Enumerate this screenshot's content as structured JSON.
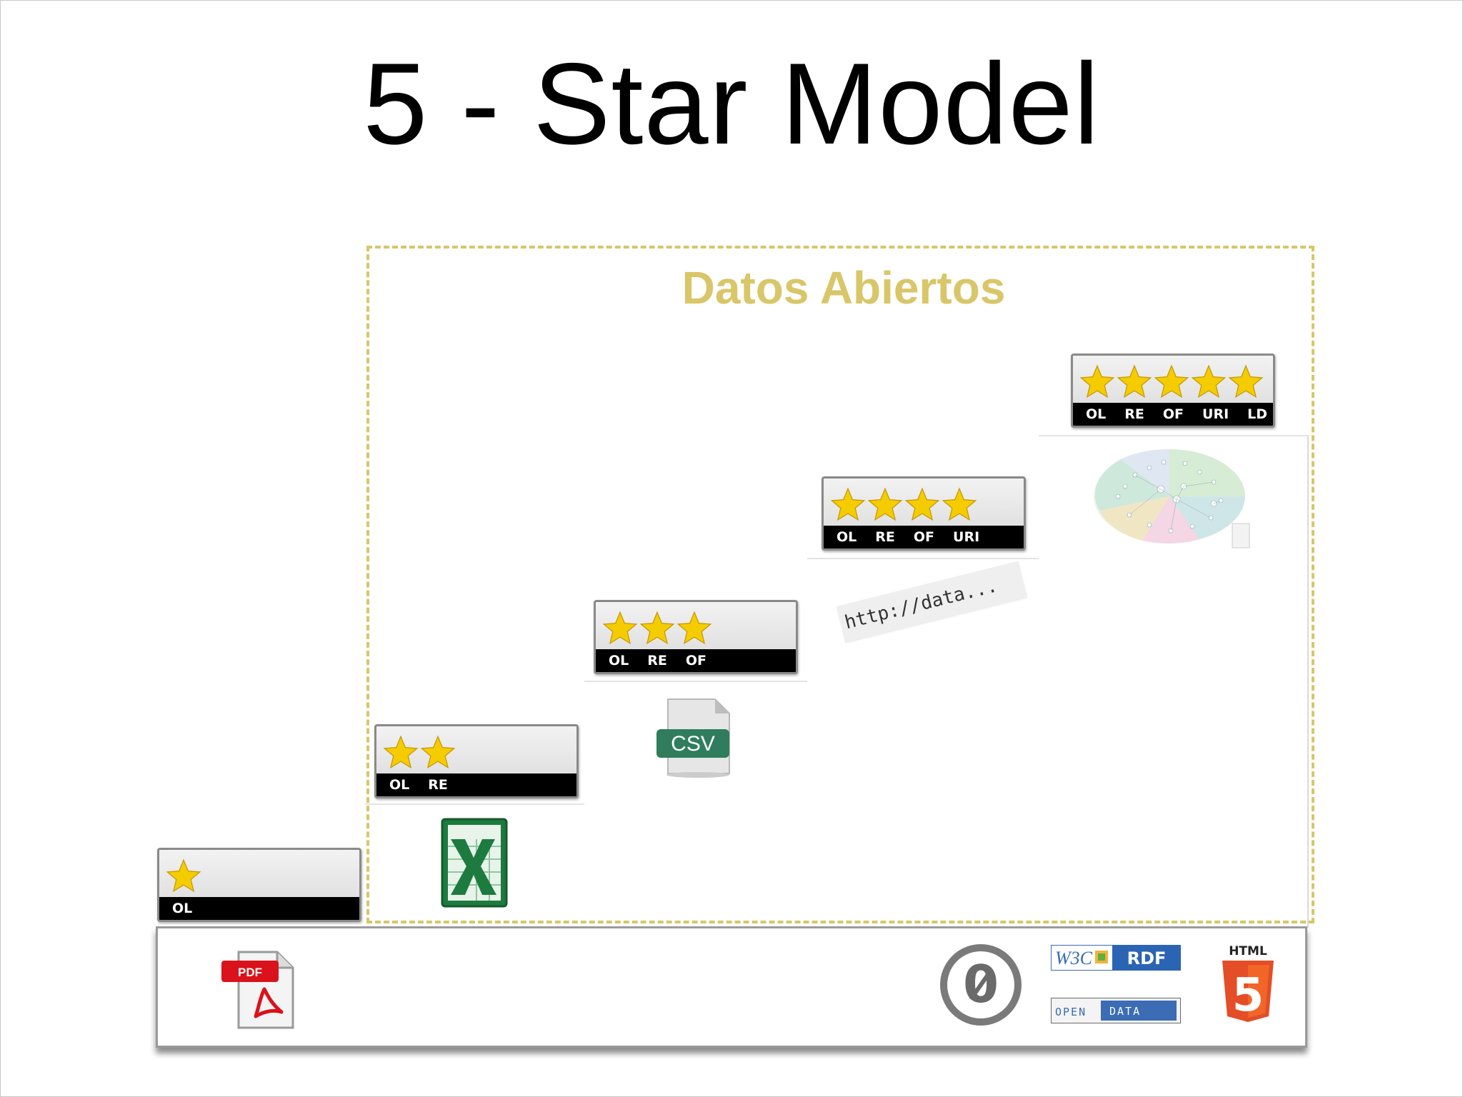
{
  "slide": {
    "title": "5 - Star Model",
    "open_data_label": "Datos Abiertos"
  },
  "badges": [
    {
      "stars": 1,
      "labels": [
        "OL"
      ]
    },
    {
      "stars": 2,
      "labels": [
        "OL",
        "RE"
      ]
    },
    {
      "stars": 3,
      "labels": [
        "OL",
        "RE",
        "OF"
      ]
    },
    {
      "stars": 4,
      "labels": [
        "OL",
        "RE",
        "OF",
        "URI"
      ]
    },
    {
      "stars": 5,
      "labels": [
        "OL",
        "RE",
        "OF",
        "URI",
        "LD"
      ]
    }
  ],
  "step_icons": {
    "pdf_label": "PDF",
    "csv_label": "CSV",
    "url_text": "http://data...",
    "w3c_label": "W3C",
    "rdf_label": "RDF",
    "open_label": "OPEN",
    "data_label": "DATA",
    "html_label": "HTML",
    "html_number": "5",
    "cc_zero": "0"
  },
  "colors": {
    "accent": "#d8c669",
    "star": "#f5cc00",
    "html5": "#e44d26",
    "excel": "#1d7b3f",
    "csv": "#2f7d5c",
    "pdf": "#d9121b"
  }
}
